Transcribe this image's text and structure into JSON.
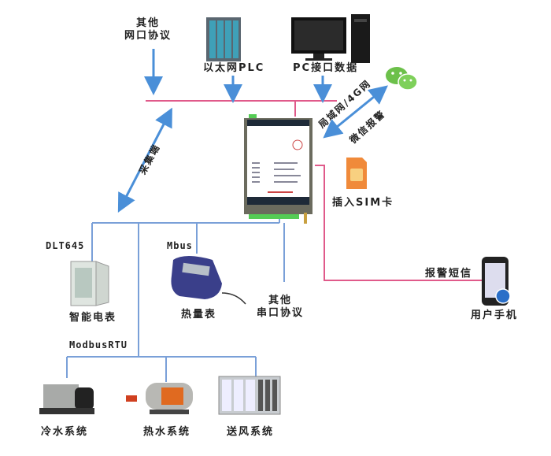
{
  "labels": {
    "other_network": [
      "其他",
      "网口协议"
    ],
    "ethernet_plc": "以太网PLC",
    "pc_interface": "PC接口数据",
    "lan_4g": "局域网/4G网",
    "wechat_alarm": "微信报警",
    "collector": "采集端",
    "insert_sim": "插入SIM卡",
    "alarm_sms": "报警短信",
    "user_phone": "用户手机",
    "dlt645": "DLT645",
    "mbus": "Mbus",
    "smart_meter": "智能电表",
    "heat_meter": "热量表",
    "other_serial": [
      "其他",
      "串口协议"
    ],
    "modbus_rtu": "ModbusRTU",
    "chilled_water": "冷水系统",
    "hot_water": "热水系统",
    "air_supply": "送风系统"
  },
  "colors": {
    "network_line": "#e05a8a",
    "bus_line": "#7aa0d8",
    "arrow": "#4a8fd8",
    "wechat": "#6cc04a",
    "sim": "#f08a3a"
  }
}
